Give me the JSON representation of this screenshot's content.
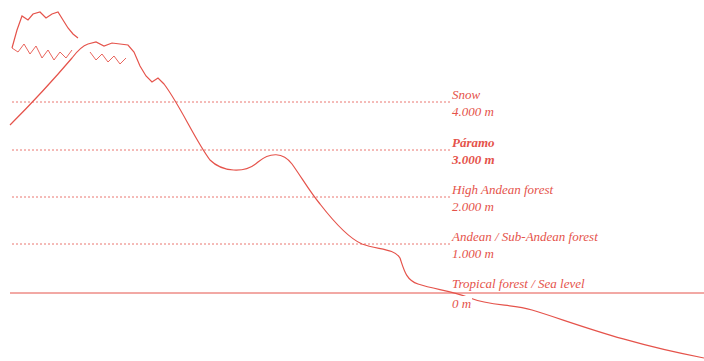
{
  "diagram": {
    "labels": [
      "Snow",
      "4.000 m",
      "Páramo",
      "3.000 m",
      "High Andean forest",
      "2.000 m",
      "Andean / Sub-Andean forest",
      "1.000 m",
      "Tropical forest / Sea level",
      "0 m"
    ]
  }
}
